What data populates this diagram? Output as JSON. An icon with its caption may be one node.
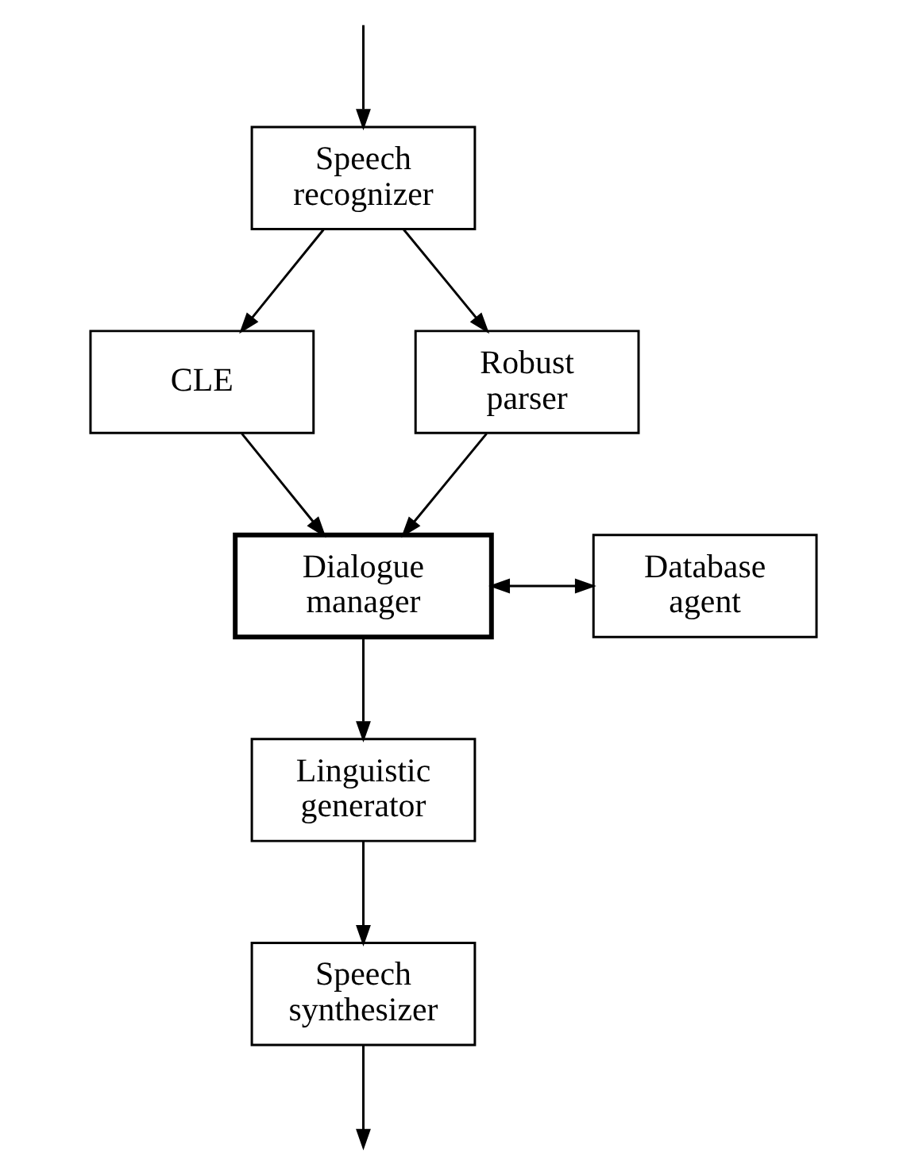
{
  "diagram": {
    "nodes": [
      {
        "text": [
          "Speech recognizer"
        ]
      },
      {
        "text": [
          "CLE"
        ]
      },
      {
        "text": [
          "Robust parser"
        ]
      },
      {
        "text": [
          "Dialogue manager"
        ]
      },
      {
        "text": [
          "Database agent"
        ]
      },
      {
        "text": [
          "Linguistic generator"
        ]
      },
      {
        "text": [
          "Speech synthesizer"
        ]
      }
    ],
    "edges": [
      {
        "from": null,
        "to": 0,
        "arrow": "to"
      },
      {
        "from": 0,
        "to": 1,
        "arrow": "to"
      },
      {
        "from": 0,
        "to": 2,
        "arrow": "to"
      },
      {
        "from": 1,
        "to": 3,
        "arrow": "to"
      },
      {
        "from": 2,
        "to": 3,
        "arrow": "to"
      },
      {
        "from": 3,
        "to": 4,
        "arrow": "both"
      },
      {
        "from": 3,
        "to": 5,
        "arrow": "to"
      },
      {
        "from": 5,
        "to": 6,
        "arrow": "to"
      },
      {
        "from": 6,
        "to": null,
        "arrow": "to"
      }
    ]
  }
}
